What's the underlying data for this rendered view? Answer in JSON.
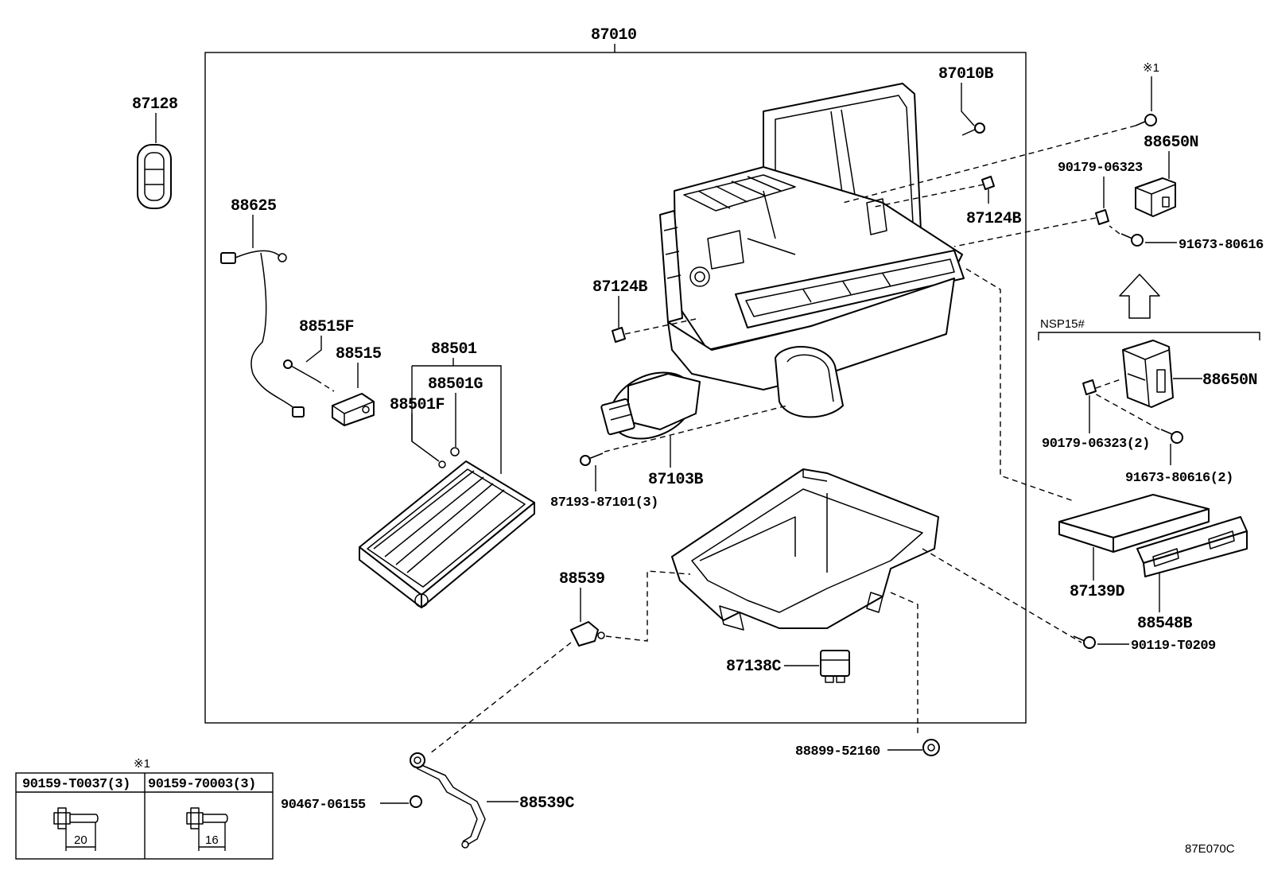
{
  "callouts": {
    "p87010": "87010",
    "p87128": "87128",
    "p88625": "88625",
    "p88515F": "88515F",
    "p88515": "88515",
    "p88501": "88501",
    "p88501G": "88501G",
    "p88501F": "88501F",
    "p87010B": "87010B",
    "p87124B_top": "87124B",
    "p87124B_left": "87124B",
    "p87103B": "87103B",
    "p87193": "87193-87101(3)",
    "p88539": "88539",
    "p87138C": "87138C",
    "p88899": "88899-52160",
    "p90467": "90467-06155",
    "p88539C": "88539C",
    "p88650N_top": "88650N",
    "p90179_top": "90179-06323",
    "p91673_top": "91673-80616",
    "p88650N_bottom": "88650N",
    "p90179_bottom": "90179-06323(2)",
    "p91673_bottom": "91673-80616(2)",
    "p87139D": "87139D",
    "p88548B": "88548B",
    "p90119": "90119-T0209",
    "note_top": "※1"
  },
  "variant": {
    "label": "NSP15#"
  },
  "bolt_table": {
    "note": "※1",
    "columns": [
      {
        "part": "90159-T0037(3)",
        "length": "20"
      },
      {
        "part": "90159-70003(3)",
        "length": "16"
      }
    ]
  },
  "figure_code": "87E070C"
}
